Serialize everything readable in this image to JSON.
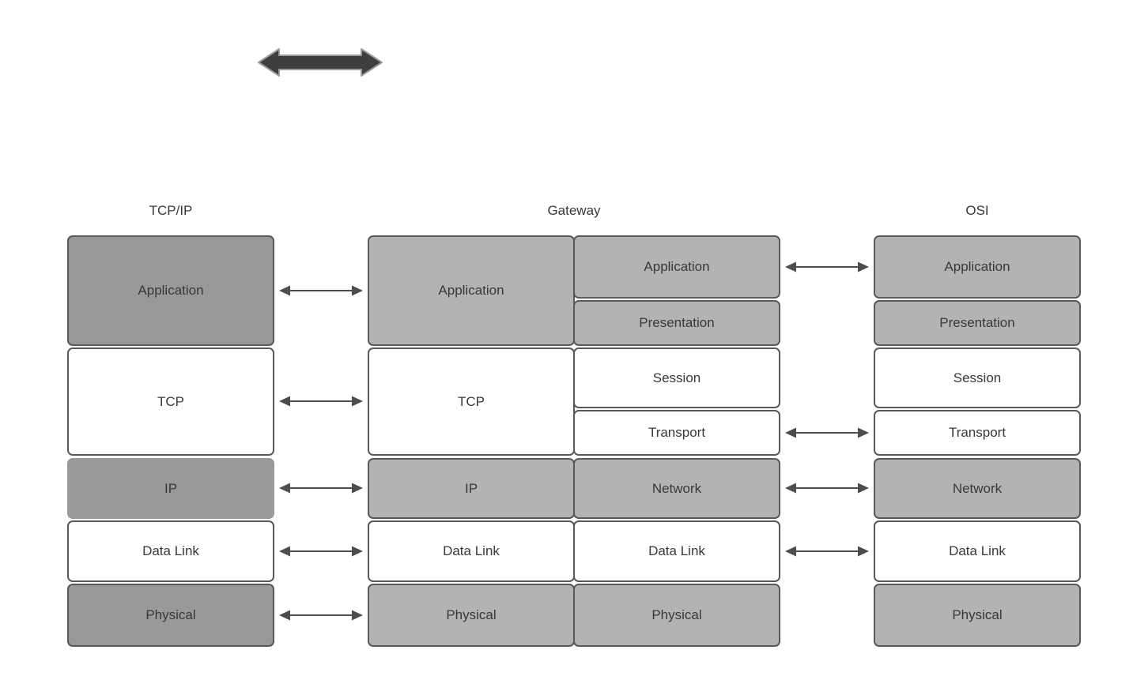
{
  "diagram": {
    "columns": [
      {
        "id": "tcpip",
        "header": "TCP/IP",
        "layers": [
          "Application",
          "TCP",
          "IP",
          "Data Link",
          "Physical"
        ]
      },
      {
        "id": "gateway",
        "header": "Gateway",
        "left_layers": [
          "Application",
          "TCP",
          "IP",
          "Data Link",
          "Physical"
        ],
        "right_layers": [
          "Application",
          "Presentation",
          "Session",
          "Transport",
          "Network",
          "Data Link",
          "Physical"
        ]
      },
      {
        "id": "osi",
        "header": "OSI",
        "layers": [
          "Application",
          "Presentation",
          "Session",
          "Transport",
          "Network",
          "Data Link",
          "Physical"
        ]
      }
    ],
    "connectors": {
      "tcpip_gateway": [
        "Application",
        "TCP",
        "IP",
        "Data Link",
        "Physical"
      ],
      "gateway_osi": [
        "Application",
        "Transport",
        "Network",
        "Data Link"
      ]
    },
    "shapes": {
      "top_shape": "double-headed-arrow"
    },
    "colors": {
      "dark_gray_fill": "#999999",
      "light_gray_fill": "#b3b3b3",
      "white_fill": "#ffffff",
      "box_border": "#595959",
      "connector_arrow": "#4d4d4d",
      "thick_arrow_fill": "#3f3f3f",
      "thick_arrow_outline": "#9b9b9b",
      "text": "#383838"
    }
  }
}
